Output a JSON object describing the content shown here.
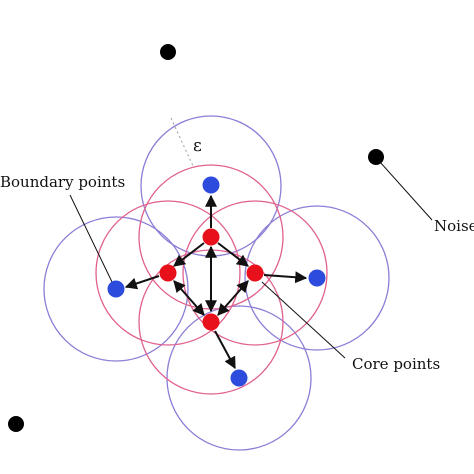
{
  "diagram": {
    "labels": {
      "boundary_points": "Boundary points",
      "noise": "Noise",
      "core_points": "Core points",
      "epsilon": "ε"
    },
    "colors": {
      "background": "#ffffff",
      "core_point": "#e8111b",
      "boundary_point": "#2d4bdc",
      "noise_point": "#000000",
      "core_circle": "#e0608e",
      "boundary_circle": "#8c7dd6",
      "arrow": "#111111",
      "epsilon_dash": "#9a9a9a"
    },
    "point_types": [
      "core",
      "boundary",
      "noise"
    ]
  }
}
